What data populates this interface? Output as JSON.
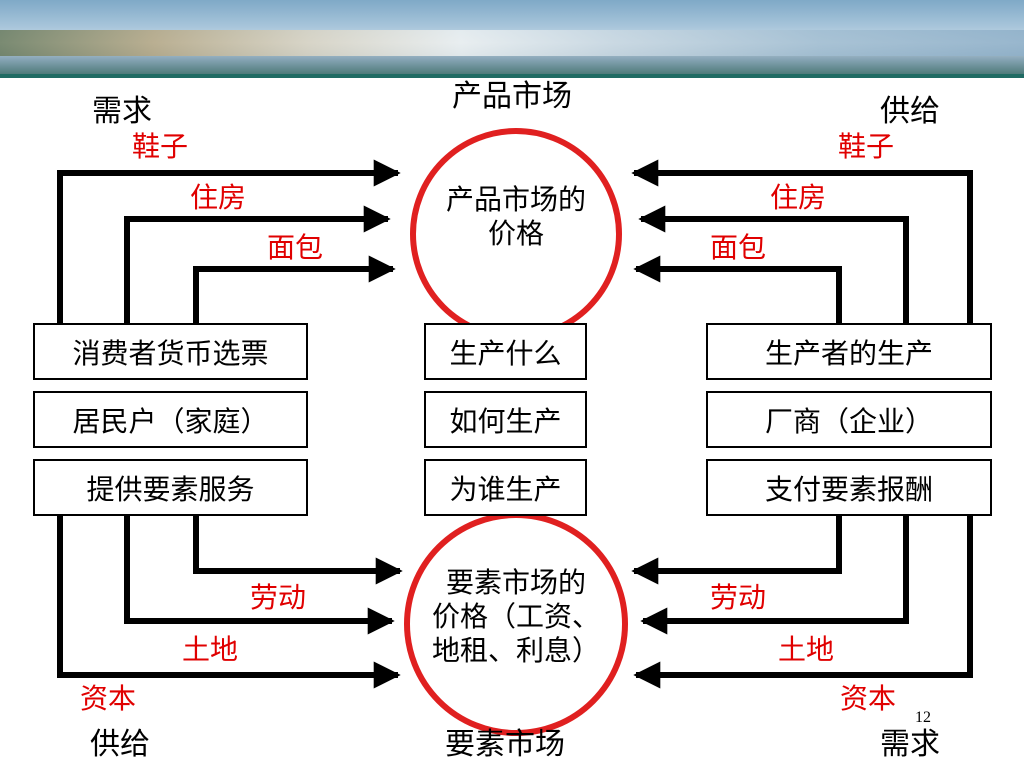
{
  "top_label": "产品市场",
  "bottom_label": "要素市场",
  "top_left_label": "需求",
  "top_right_label": "供给",
  "bottom_left_label": "供给",
  "bottom_right_label": "需求",
  "page_number": "12",
  "product_flows": {
    "left": [
      "鞋子",
      "住房",
      "面包"
    ],
    "right": [
      "鞋子",
      "住房",
      "面包"
    ]
  },
  "factor_flows": {
    "left": [
      "劳动",
      "土地",
      "资本"
    ],
    "right": [
      "劳动",
      "土地",
      "资本"
    ]
  },
  "product_market_circle": [
    "产品市场的",
    "价格"
  ],
  "factor_market_circle": [
    "要素市场的",
    "价格（工资、",
    "地租、利息）"
  ],
  "left_boxes": [
    "消费者货币选票",
    "居民户（家庭）",
    "提供要素服务"
  ],
  "center_boxes": [
    "生产什么",
    "如何生产",
    "为谁生产"
  ],
  "right_boxes": [
    "生产者的生产",
    "厂商（企业）",
    "支付要素报酬"
  ],
  "colors": {
    "arrow": "#000000",
    "circle": "#e02020",
    "flow_label": "#e00000"
  }
}
